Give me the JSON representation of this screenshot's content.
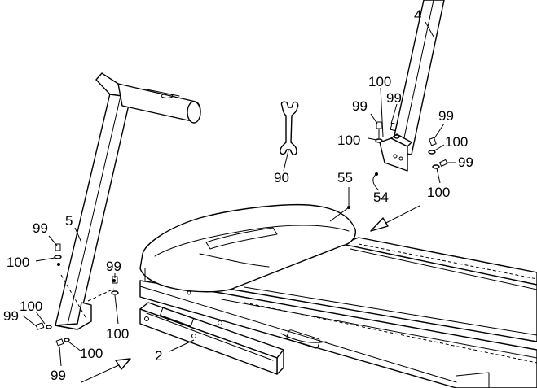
{
  "callouts": {
    "upright_right": "4",
    "upright_left": "5",
    "base_frame": "2",
    "wrench": "90",
    "motor_hood": "55",
    "wire": "54",
    "bolt": "99",
    "washer": "100"
  }
}
